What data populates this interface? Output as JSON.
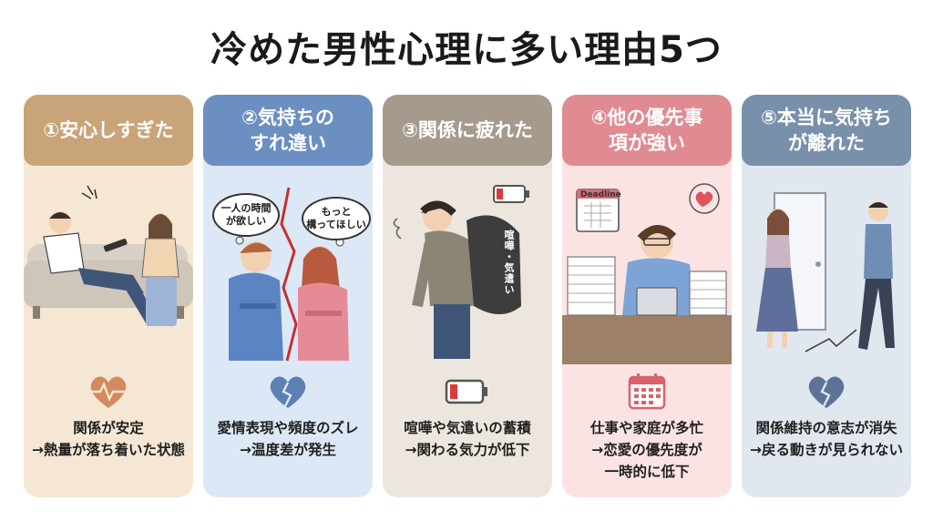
{
  "title": "冷めた男性心理に多い理由5つ",
  "colors": {
    "card1_header": "#c9a479",
    "card1_bg": "#f5e7d4",
    "card2_header": "#6a8fc0",
    "card2_bg": "#dde8f6",
    "card3_header": "#a69a8c",
    "card3_bg": "#ece6df",
    "card4_header": "#e08a92",
    "card4_bg": "#fbe3e4",
    "card5_header": "#7990ab",
    "card5_bg": "#e1e7ef"
  },
  "cards": [
    {
      "header": "①安心しすぎた",
      "icon": "heart-pulse-icon",
      "caption": [
        "関係が安定",
        "→熱量が落ち着いた状態"
      ]
    },
    {
      "header": "②気持ちの\nすれ違い",
      "icon": "broken-heart-icon",
      "bubbles": [
        "一人の時間\nが欲しい",
        "もっと\n構ってほしい"
      ],
      "caption": [
        "愛情表現や頻度のズレ",
        "→温度差が発生"
      ]
    },
    {
      "header": "③関係に疲れた",
      "icon": "low-battery-icon",
      "bag_label": "喧嘩・気遣い",
      "caption": [
        "喧嘩や気遣いの蓄積",
        "→関わる気力が低下"
      ]
    },
    {
      "header": "④他の優先事\n項が強い",
      "icon": "calendar-icon",
      "deadline": "Deadline",
      "caption": [
        "仕事や家庭が多忙",
        "→恋愛の優先度が",
        "一時的に低下"
      ]
    },
    {
      "header": "⑤本当に気持ち\nが離れた",
      "icon": "broken-heart-icon",
      "caption": [
        "関係維持の意志が消失",
        "→戻る動きが見られない"
      ]
    }
  ]
}
